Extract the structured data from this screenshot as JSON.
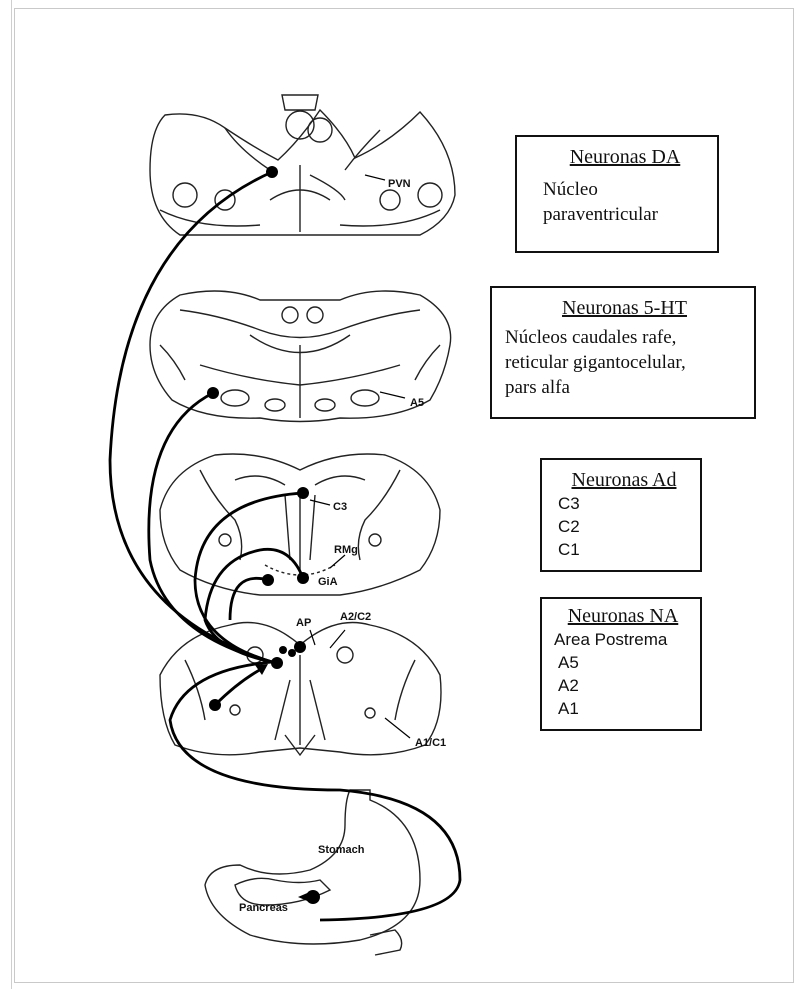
{
  "labels": {
    "pvn": "PVN",
    "a5": "A5",
    "c3": "C3",
    "rmg": "RMg",
    "gia": "GiA",
    "ap": "AP",
    "a2c2": "A2/C2",
    "a1c1": "A1/C1",
    "stomach": "Stomach",
    "pancreas": "Pancreas"
  },
  "boxes": {
    "da": {
      "title": "Neuronas DA",
      "lines": [
        "Núcleo",
        "paraventricular"
      ]
    },
    "ht": {
      "title": "Neuronas 5-HT",
      "lines": [
        "Núcleos caudales rafe,",
        "reticular gigantocelular,",
        "pars alfa"
      ]
    },
    "ad": {
      "title": "Neuronas Ad",
      "lines": [
        "C3",
        "C2",
        "C1"
      ]
    },
    "na": {
      "title": "Neuronas NA",
      "lines": [
        "Area Postrema",
        "A5",
        "A2",
        "A1"
      ]
    }
  }
}
